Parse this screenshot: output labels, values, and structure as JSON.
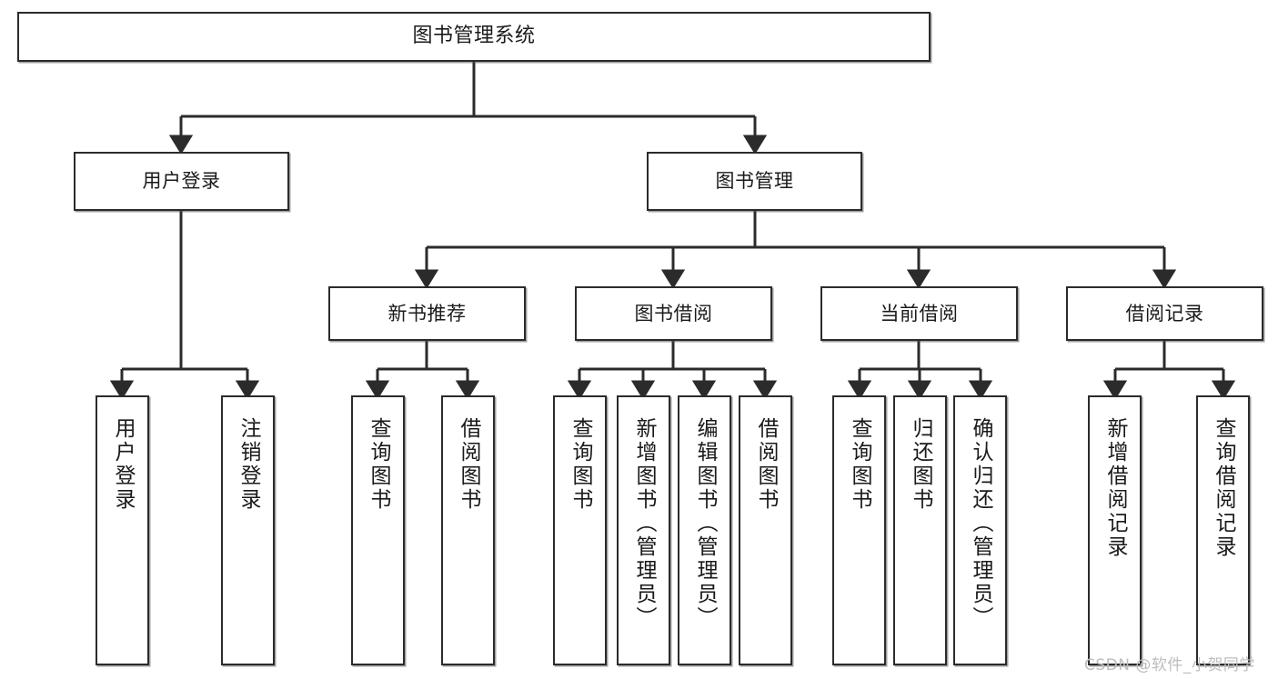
{
  "diagram": {
    "type": "tree",
    "title": "图书管理系统",
    "watermark": "CSDN @软件_小贺同学",
    "nodes": {
      "root": {
        "label": "图书管理系统"
      },
      "level2": [
        {
          "label": "用户登录"
        },
        {
          "label": "图书管理"
        }
      ],
      "level3": [
        {
          "label": "新书推荐"
        },
        {
          "label": "图书借阅"
        },
        {
          "label": "当前借阅"
        },
        {
          "label": "借阅记录"
        }
      ],
      "leaves_user_login": [
        {
          "label": "用户登录"
        },
        {
          "label": "注销登录"
        }
      ],
      "leaves_new_books": [
        {
          "label": "查询图书"
        },
        {
          "label": "借阅图书"
        }
      ],
      "leaves_borrow": [
        {
          "label": "查询图书"
        },
        {
          "label": "新增图书（管理员）"
        },
        {
          "label": "编辑图书（管理员）"
        },
        {
          "label": "借阅图书"
        }
      ],
      "leaves_current": [
        {
          "label": "查询图书"
        },
        {
          "label": "归还图书"
        },
        {
          "label": "确认归还（管理员）"
        }
      ],
      "leaves_records": [
        {
          "label": "新增借阅记录"
        },
        {
          "label": "查询借阅记录"
        }
      ]
    },
    "colors": {
      "border": "#2b2b2b",
      "fill": "#ffffff",
      "text": "#1a1a1a",
      "watermark": "#bdbdbd"
    }
  }
}
